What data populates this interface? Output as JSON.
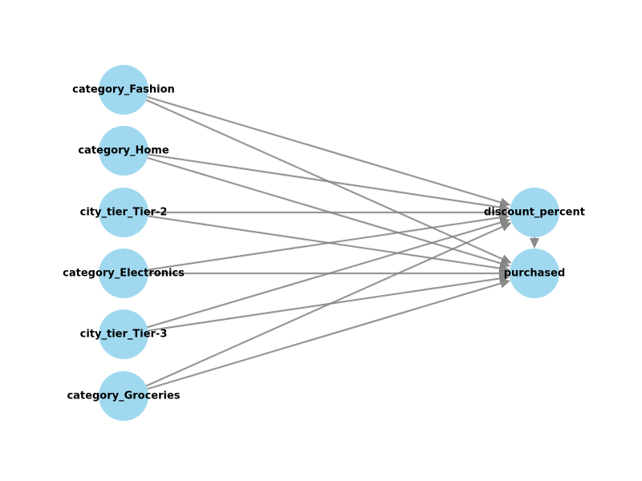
{
  "diagram": {
    "type": "directed-graph",
    "colors": {
      "node_fill": "#87ceeb",
      "edge": "#808080",
      "label": "#000000"
    },
    "nodes": [
      {
        "id": "category_Fashion",
        "label": "category_Fashion"
      },
      {
        "id": "category_Home",
        "label": "category_Home"
      },
      {
        "id": "city_tier_Tier-2",
        "label": "city_tier_Tier-2"
      },
      {
        "id": "category_Electronics",
        "label": "category_Electronics"
      },
      {
        "id": "city_tier_Tier-3",
        "label": "city_tier_Tier-3"
      },
      {
        "id": "category_Groceries",
        "label": "category_Groceries"
      },
      {
        "id": "discount_percent",
        "label": "discount_percent"
      },
      {
        "id": "purchased",
        "label": "purchased"
      }
    ],
    "edges": [
      {
        "from": "category_Fashion",
        "to": "discount_percent"
      },
      {
        "from": "category_Fashion",
        "to": "purchased"
      },
      {
        "from": "category_Home",
        "to": "discount_percent"
      },
      {
        "from": "category_Home",
        "to": "purchased"
      },
      {
        "from": "city_tier_Tier-2",
        "to": "discount_percent"
      },
      {
        "from": "city_tier_Tier-2",
        "to": "purchased"
      },
      {
        "from": "category_Electronics",
        "to": "discount_percent"
      },
      {
        "from": "category_Electronics",
        "to": "purchased"
      },
      {
        "from": "city_tier_Tier-3",
        "to": "discount_percent"
      },
      {
        "from": "city_tier_Tier-3",
        "to": "purchased"
      },
      {
        "from": "category_Groceries",
        "to": "discount_percent"
      },
      {
        "from": "category_Groceries",
        "to": "purchased"
      },
      {
        "from": "discount_percent",
        "to": "purchased"
      }
    ]
  }
}
